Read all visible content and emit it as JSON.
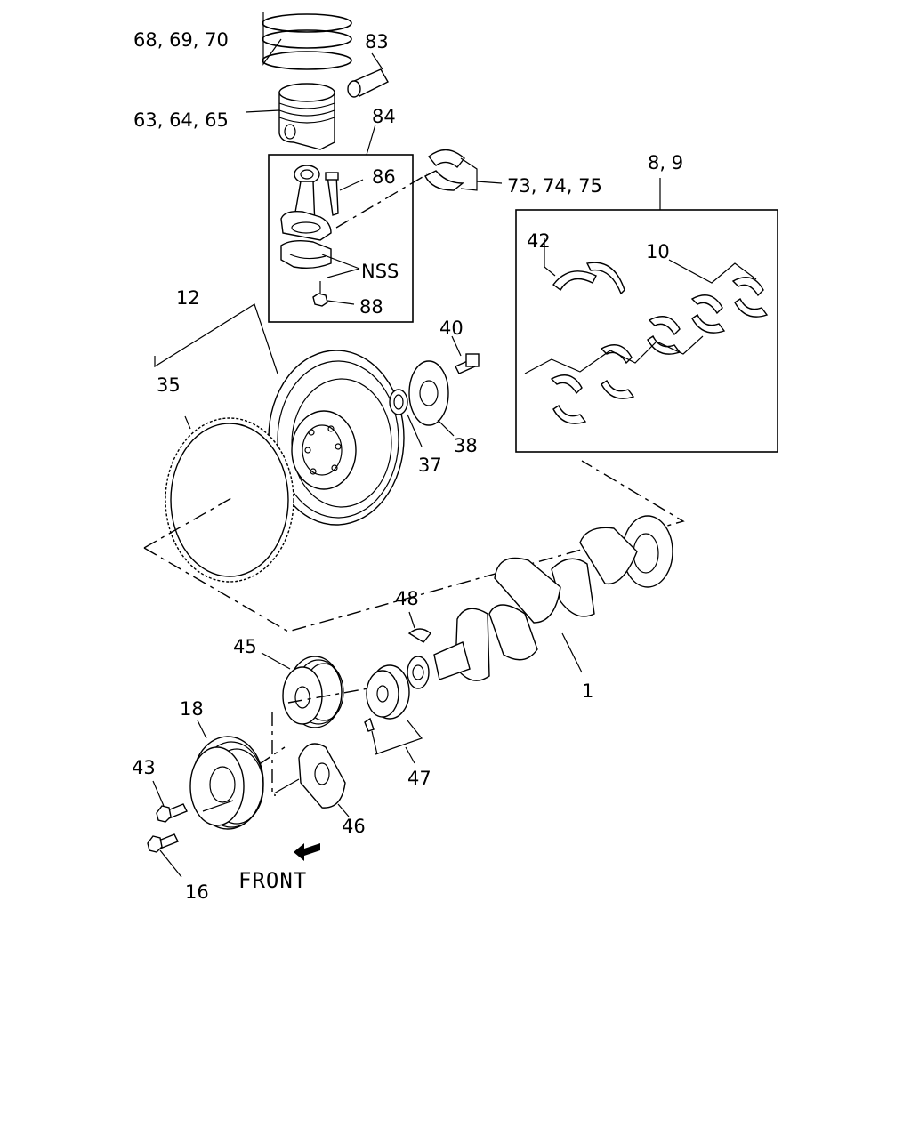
{
  "callouts": {
    "c1": "68, 69, 70",
    "c2": "83",
    "c3": "63, 64, 65",
    "c4": "84",
    "c5": "86",
    "c6": "73, 74, 75",
    "c7": "8, 9",
    "c8": "42",
    "c9": "10",
    "c10": "NSS",
    "c11": "88",
    "c12": "12",
    "c13": "40",
    "c14": "35",
    "c15": "37",
    "c16": "38",
    "c17": "48",
    "c18": "45",
    "c19": "1",
    "c20": "18",
    "c21": "43",
    "c22": "47",
    "c23": "46",
    "c24": "16"
  },
  "front_label": "FRONT",
  "colors": {
    "ink": "#000000",
    "paper": "#ffffff"
  }
}
